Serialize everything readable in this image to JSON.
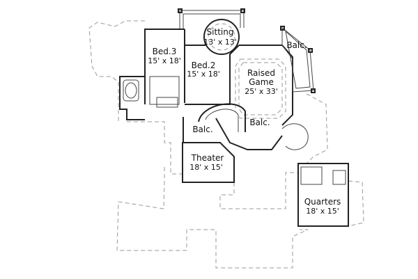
{
  "rooms": {
    "sitting": {
      "name": "Sitting",
      "size": "13' x 13'"
    },
    "balc_upper": {
      "name": "Balc."
    },
    "bed3": {
      "name": "Bed.3",
      "size": "15' x 18'"
    },
    "bed2": {
      "name": "Bed.2",
      "size": "15' x 18'"
    },
    "raised_game": {
      "name_line1": "Raised",
      "name_line2": "Game",
      "size": "25' x 33'"
    },
    "balc_left": {
      "name": "Balc."
    },
    "balc_center": {
      "name": "Balc."
    },
    "theater": {
      "name": "Theater",
      "size": "18' x 15'"
    },
    "quarters": {
      "name": "Quarters",
      "size": "18' x 15'"
    }
  }
}
